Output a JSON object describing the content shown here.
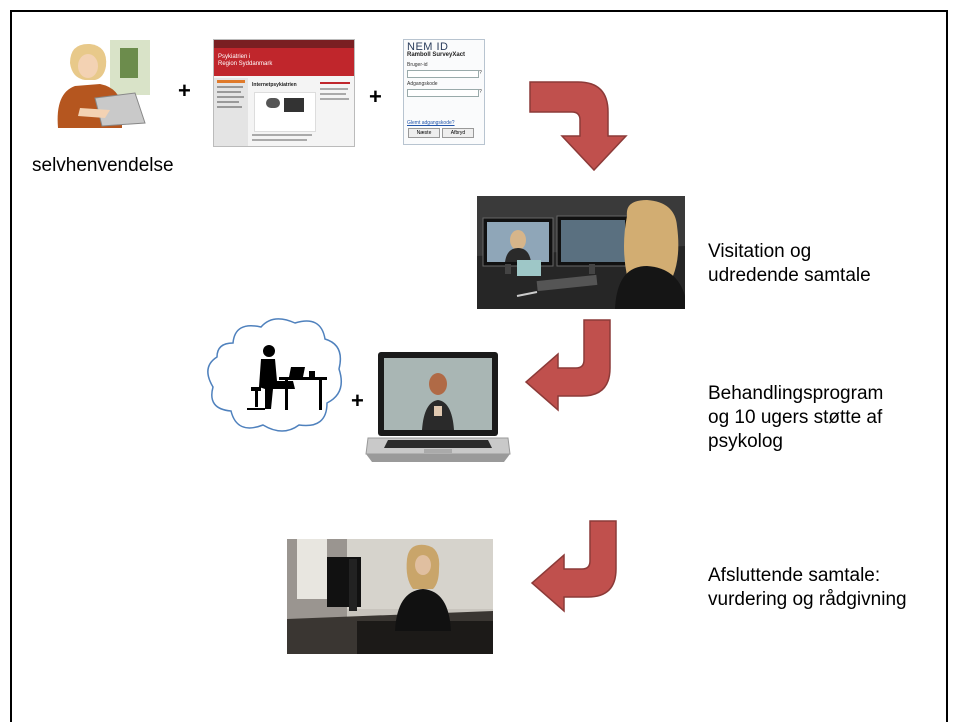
{
  "labels": {
    "self_referral": "selvhenvendelse",
    "visitation_1": "Visitation og",
    "visitation_2": "udredende samtale",
    "program_1": "Behandlingsprogram",
    "program_2": "og 10 ugers støtte af",
    "program_3": "psykolog",
    "closing_1": "Afsluttende samtale:",
    "closing_2": "vurdering og rådgivning"
  },
  "plus_sign": "+",
  "nemid": {
    "logo": "NEM ID",
    "subtitle": "Ramboll SurveyXact",
    "user_label": "Bruger-id",
    "password_label": "Adgangskode",
    "help": "?",
    "forgot_link": "Glemt adgangskode?",
    "next_button": "Næste",
    "cancel_button": "Afbryd"
  },
  "website": {
    "header_title_1": "Psykiatrien i",
    "header_title_2": "Region Syddanmark",
    "page_heading": "Internetpsykiatrien"
  },
  "colors": {
    "arrow_fill": "#c0504d",
    "arrow_stroke": "#8c3a38",
    "cloud_stroke": "#4f81bd",
    "website_red": "#c0262c"
  }
}
